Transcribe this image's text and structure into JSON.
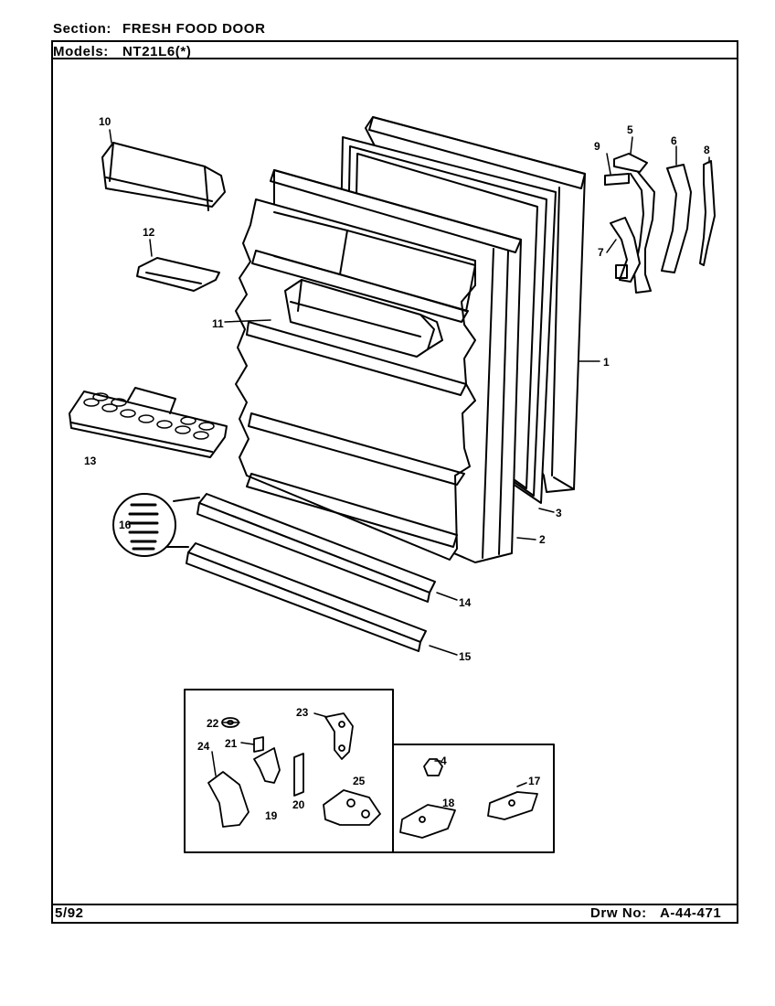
{
  "header": {
    "section_label": "Section:",
    "section_value": "FRESH FOOD DOOR",
    "models_label": "Models:",
    "models_value": "NT21L6(*)"
  },
  "footer": {
    "date": "5/92",
    "drawing_label": "Drw No:",
    "drawing_number": "A-44-471"
  },
  "callouts": [
    "1",
    "2",
    "3",
    "4",
    "5",
    "6",
    "7",
    "8",
    "9",
    "10",
    "11",
    "12",
    "13",
    "14",
    "15",
    "16",
    "17",
    "18",
    "19",
    "20",
    "21",
    "22",
    "23",
    "24",
    "25"
  ]
}
